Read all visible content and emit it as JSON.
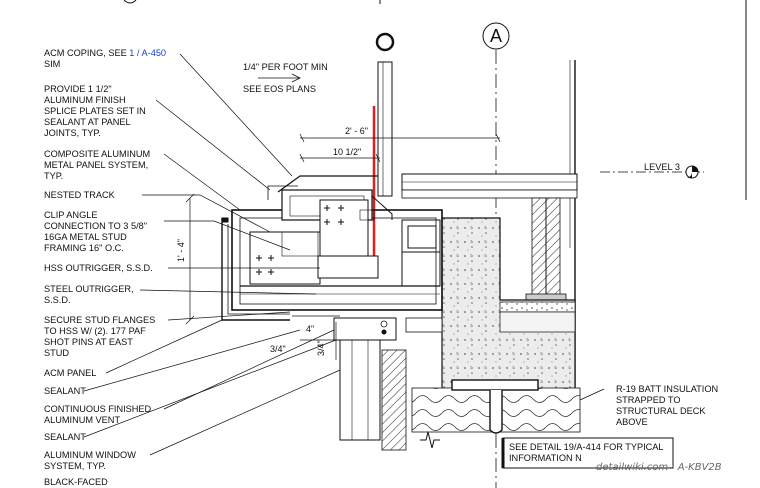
{
  "grid": {
    "tag": "A"
  },
  "notes": [
    {
      "text": "ACM COPING, SEE",
      "link": "1 / A-450"
    },
    {
      "text": "SIM"
    },
    {
      "text": "PROVIDE 1 1/2\""
    },
    {
      "text": "ALUMINUM FINISH"
    },
    {
      "text": "SPLICE PLATES SET IN"
    },
    {
      "text": "SEALANT AT PANEL"
    },
    {
      "text": "JOINTS, TYP."
    },
    {
      "text": "COMPOSITE ALUMINUM"
    },
    {
      "text": "METAL PANEL SYSTEM,"
    },
    {
      "text": "TYP."
    },
    {
      "text": "NESTED TRACK"
    },
    {
      "text": "CLIP ANGLE"
    },
    {
      "text": "CONNECTION TO 3 5/8\""
    },
    {
      "text": "16GA METAL STUD"
    },
    {
      "text": "FRAMING 16\" O.C."
    },
    {
      "text": "HSS OUTRIGGER, S.S.D."
    },
    {
      "text": "STEEL OUTRIGGER,"
    },
    {
      "text": "S.S.D."
    },
    {
      "text": "SECURE STUD FLANGES"
    },
    {
      "text": "TO HSS W/ (2). 177 PAF"
    },
    {
      "text": "SHOT PINS AT EAST"
    },
    {
      "text": "STUD"
    },
    {
      "text": "ACM PANEL"
    },
    {
      "text": "SEALANT"
    },
    {
      "text": "CONTINUOUS FINISHED"
    },
    {
      "text": "ALUMINUM VENT"
    },
    {
      "text": "SEALANT"
    },
    {
      "text": "ALUMINUM WINDOW"
    },
    {
      "text": "SYSTEM, TYP."
    },
    {
      "text": "BLACK-FACED"
    }
  ],
  "slope_note": {
    "line1": "1/4\" PER FOOT MIN",
    "line2": "SEE EOS PLANS"
  },
  "dims": {
    "d1": "2' - 6\"",
    "d2": "10 1/2\"",
    "d3": "1' - 4\"",
    "d4": "4\"",
    "d5": "3/4\"",
    "d6": "3/4\""
  },
  "level": {
    "label": "LEVEL 3"
  },
  "insulation_note": [
    "R-19 BATT INSULATION",
    "STRAPPED TO",
    "STRUCTURAL DECK",
    "ABOVE"
  ],
  "ref_box": {
    "line1": "SEE DETAIL 19/A-414 FOR TYPICAL",
    "line2": "INFORMATION N"
  },
  "watermark": "detailwiki.com · A-KBV2B",
  "colors": {
    "line": "#111111",
    "accent": "#e0201e",
    "link": "#1a3fd0"
  }
}
